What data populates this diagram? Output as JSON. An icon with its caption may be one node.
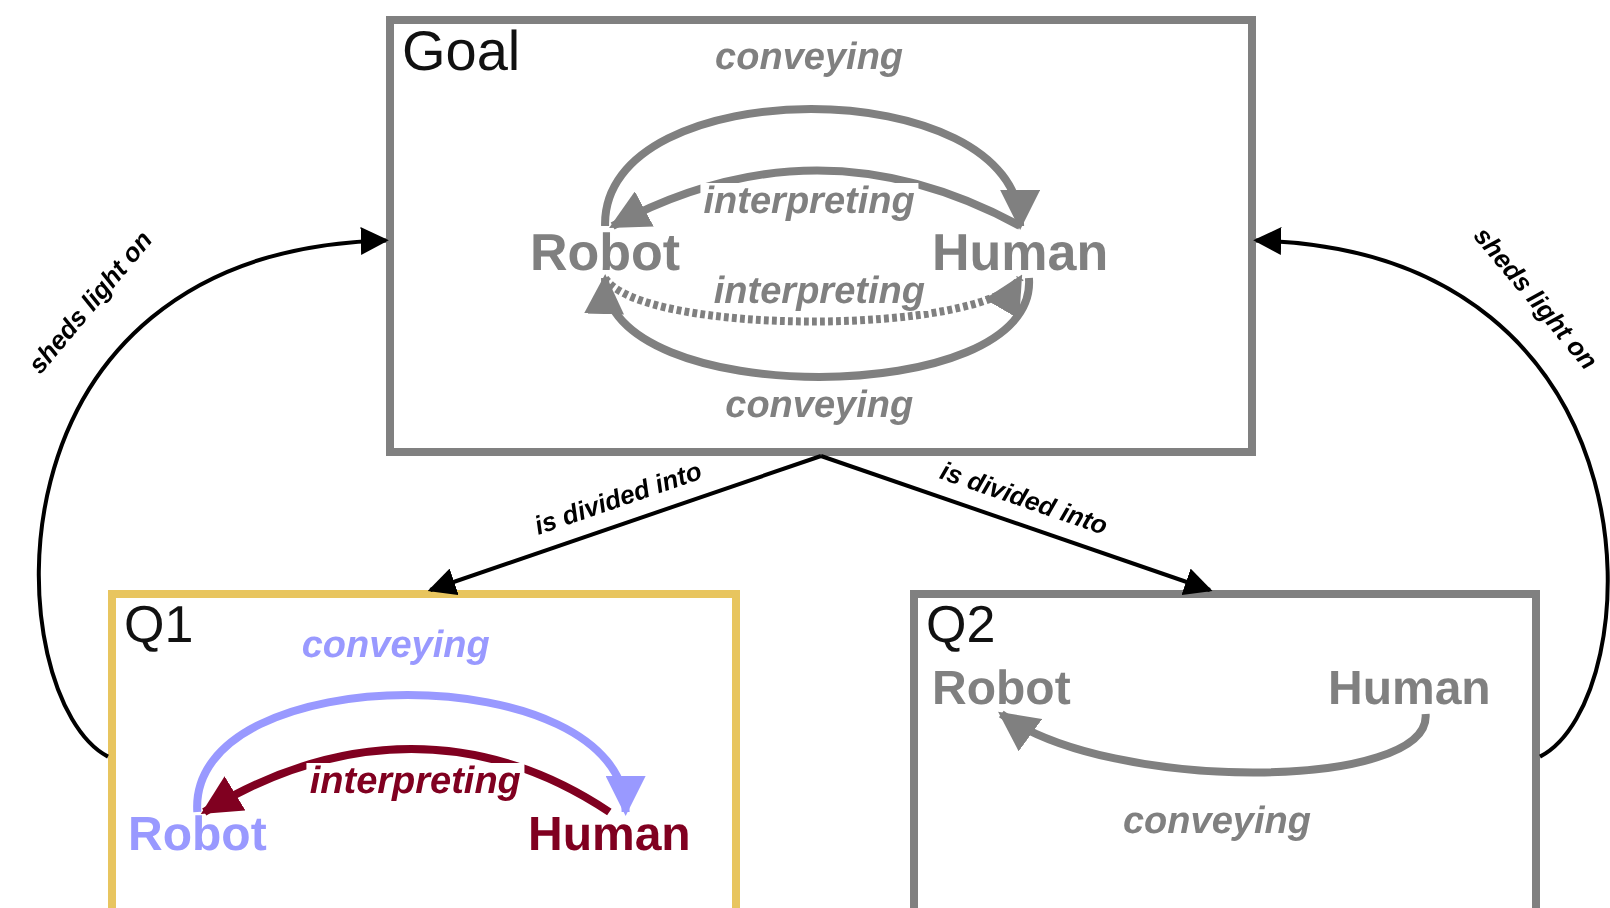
{
  "diagram": {
    "nodes": [
      {
        "text": [
          "Goal"
        ]
      },
      {
        "text": [
          "Robot"
        ],
        "in": 0
      },
      {
        "text": [
          "Human"
        ],
        "in": 0
      },
      {
        "text": [
          "Q1"
        ]
      },
      {
        "text": [
          "Robot"
        ],
        "in": 3
      },
      {
        "text": [
          "Human"
        ],
        "in": 3
      },
      {
        "text": [
          "Q2"
        ]
      },
      {
        "text": [
          "Robot"
        ],
        "in": 6
      },
      {
        "text": [
          "Human"
        ],
        "in": 6
      }
    ],
    "edges": [
      {
        "from": 1,
        "to": 2,
        "arrow": "to",
        "label": "conveying"
      },
      {
        "from": 2,
        "to": 1,
        "arrow": "to",
        "label": "interpreting"
      },
      {
        "from": 1,
        "to": 2,
        "arrow": "to",
        "label": "interpreting",
        "style": "dashed"
      },
      {
        "from": 2,
        "to": 1,
        "arrow": "to",
        "label": "conveying"
      },
      {
        "from": 0,
        "to": 3,
        "arrow": "to",
        "label": "is divided into",
        "color": "#000000"
      },
      {
        "from": 0,
        "to": 6,
        "arrow": "to",
        "label": "is divided into",
        "color": "#000000"
      },
      {
        "from": 3,
        "to": 0,
        "arrow": "to",
        "label": "sheds light on",
        "color": "#000000"
      },
      {
        "from": 6,
        "to": 0,
        "arrow": "to",
        "label": "sheds light on",
        "color": "#000000"
      },
      {
        "from": 4,
        "to": 5,
        "arrow": "to",
        "label": "conveying",
        "color": "#9999ff"
      },
      {
        "from": 5,
        "to": 4,
        "arrow": "to",
        "label": "interpreting",
        "color": "#800020"
      },
      {
        "from": 8,
        "to": 7,
        "arrow": "to",
        "label": "conveying"
      }
    ]
  }
}
